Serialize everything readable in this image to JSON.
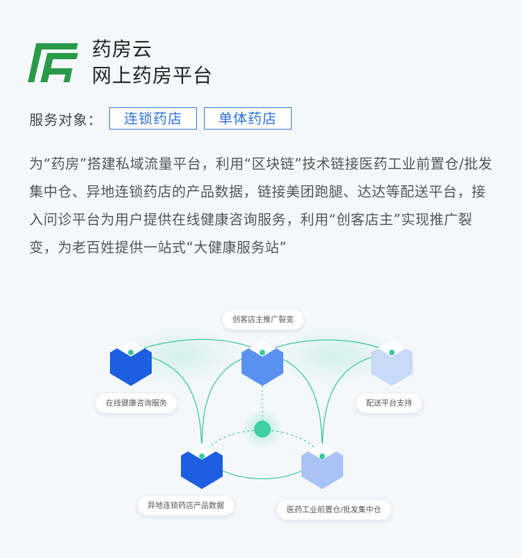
{
  "brand": {
    "line1": "药房云",
    "line2": "网上药房平台",
    "accent_color": "#2a9a4a"
  },
  "target": {
    "label": "服务对象：",
    "tags": [
      "连锁药店",
      "单体药店"
    ],
    "tag_color": "#2e72e0"
  },
  "description": "为“药房”搭建私域流量平台，利用“区块链”技术链接医药工业前置仓/批发集中仓、异地连锁药店的产品数据，链接美团跑腿、达达等配送平台，接入问诊平台为用户提供在线健康咨询服务，利用“创客店主”实现推广裂变，为老百姓提供一站式“大健康服务站”",
  "diagram": {
    "labels": {
      "top": "创客店主推广裂变",
      "left": "在线健康咨询服务",
      "right": "配送平台支持",
      "bottom_left": "异地连锁药店产品数据",
      "bottom_right": "医药工业前置仓/批发集中仓"
    },
    "colors": {
      "line": "#3cc79e",
      "cube_dark": "#1e5ee0",
      "cube_mid": "#5a90f0",
      "cube_light": "#b8cff7",
      "center": "#3ecfa6"
    }
  }
}
